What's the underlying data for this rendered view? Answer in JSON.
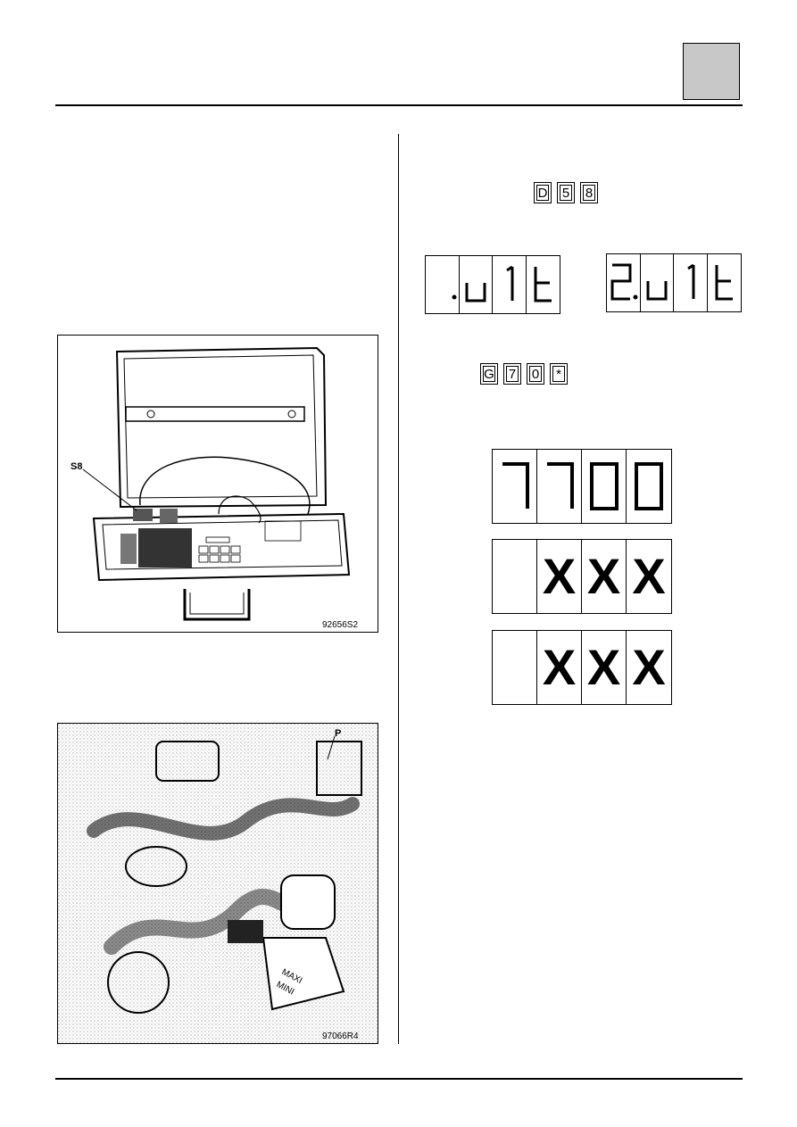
{
  "figures": {
    "fig1": {
      "label": "S8",
      "code": "92656S2"
    },
    "fig2": {
      "label": "P",
      "code": "97066R4",
      "maxi": "MAXI",
      "mini": "MINI"
    }
  },
  "keys": {
    "row1": [
      "D",
      "5",
      "8"
    ],
    "row2": [
      "G",
      "7",
      "0",
      "*"
    ]
  },
  "displays": {
    "x_char": "X"
  }
}
